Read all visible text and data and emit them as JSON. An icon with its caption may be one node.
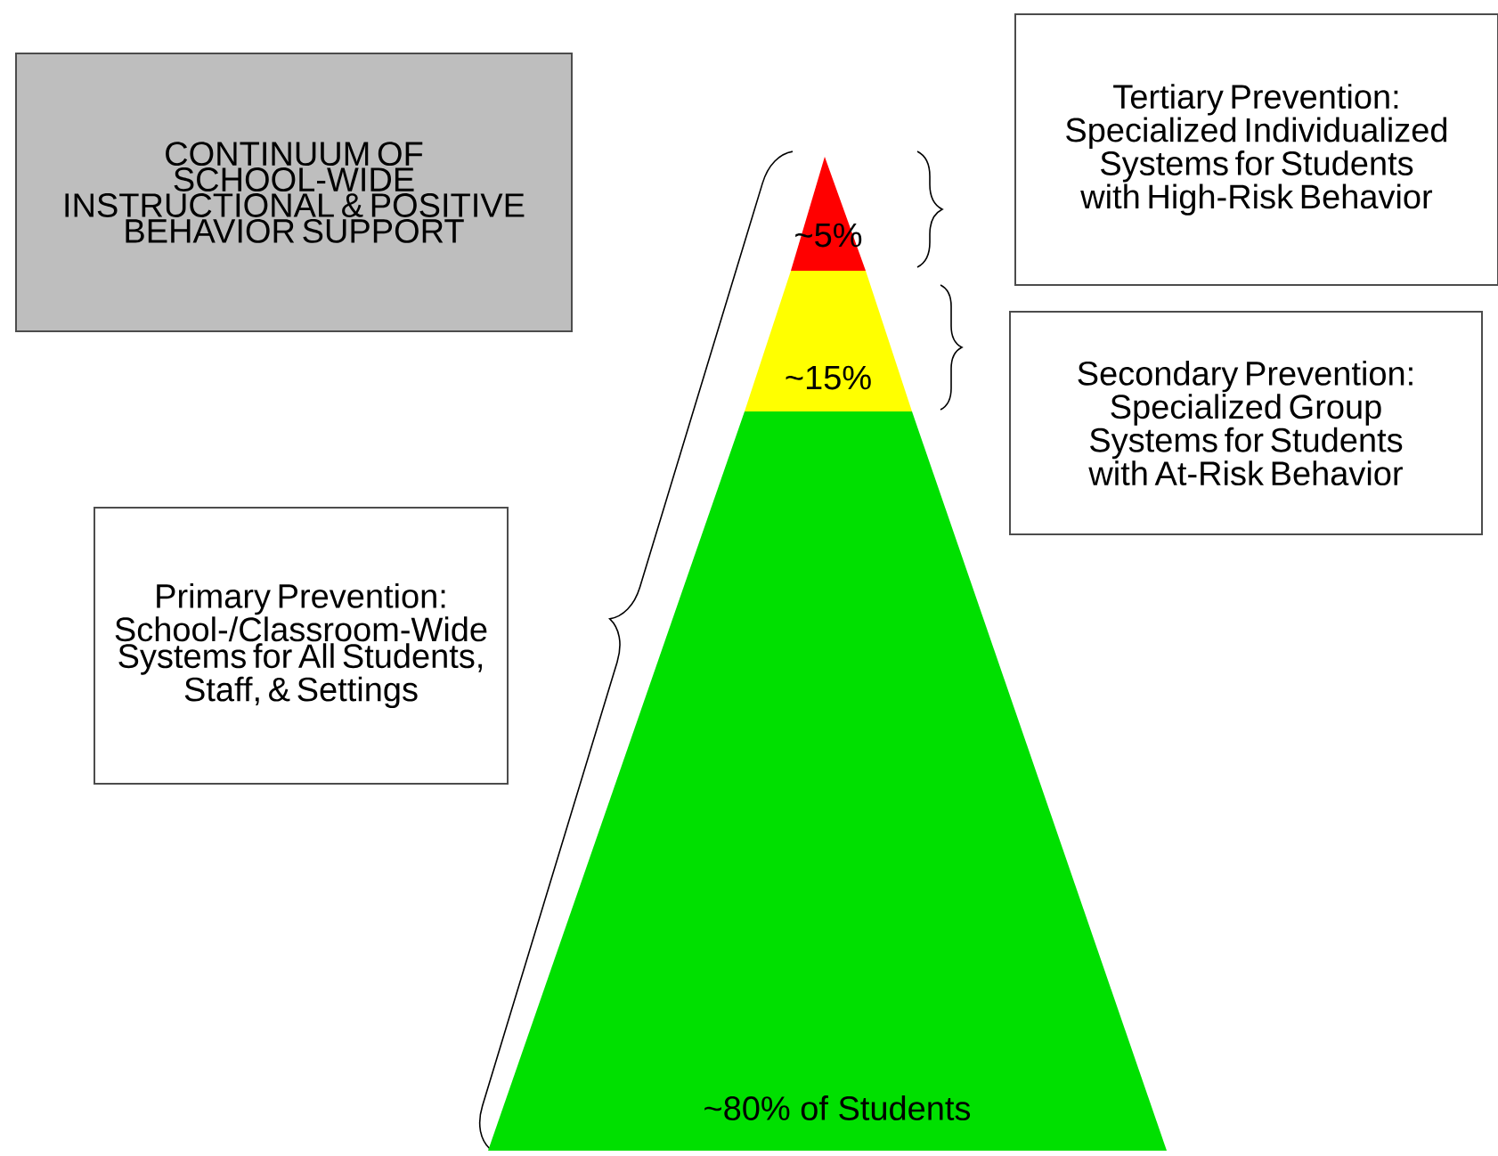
{
  "diagram": {
    "nodes": [
      {
        "text": [
          "CONTINUUM OF SCHOOL-WIDE INSTRUCTIONAL & POSITIVE BEHAVIOR SUPPORT"
        ]
      },
      {
        "text": [
          "Tertiary Prevention: Specialized Individualized Systems for Students with High-Risk Behavior"
        ]
      },
      {
        "text": [
          "~5%"
        ]
      },
      {
        "text": [
          "~15%"
        ]
      },
      {
        "text": [
          "Secondary Prevention: Specialized Group Systems for Students with At-Risk Behavior"
        ]
      },
      {
        "text": [
          "Primary Prevention: School-/Classroom-Wide Systems for All Students, Staff, & Settings"
        ]
      },
      {
        "text": [
          "~80% of Students"
        ]
      }
    ]
  }
}
